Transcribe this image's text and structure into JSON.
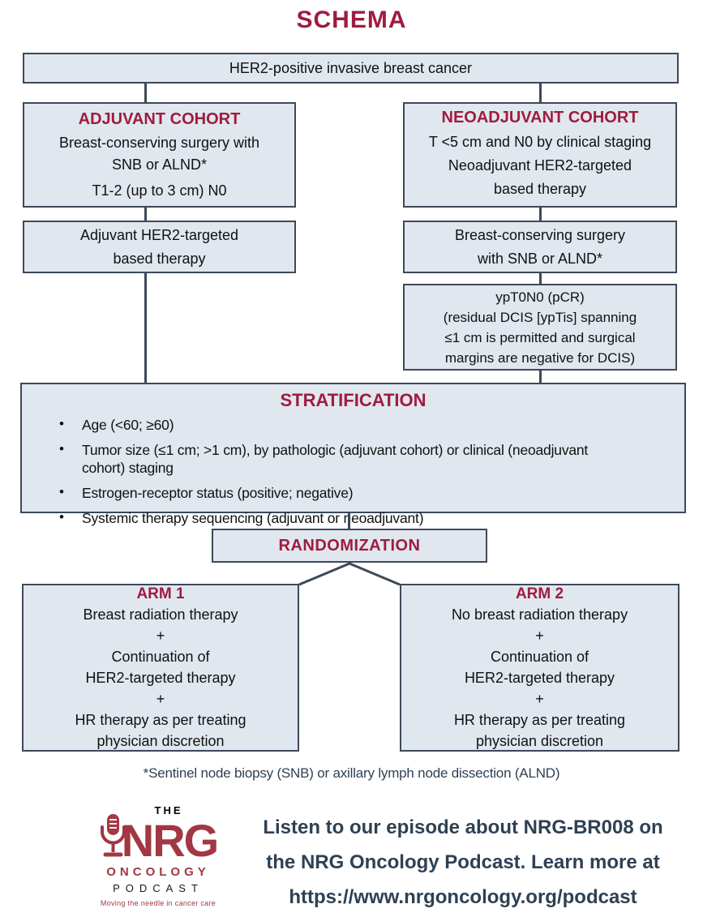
{
  "page_title": "SCHEMA",
  "colors": {
    "accent_red": "#9E1C3F",
    "logo_red": "#A13843",
    "box_fill": "#E1E7EF",
    "box_border": "#3D4959",
    "connector": "#3D4959",
    "dark_slate_text": "#2E4154",
    "body_text": "#111111"
  },
  "top_box": {
    "text": "HER2-positive invasive breast cancer"
  },
  "adjuvant_cohort": {
    "title": "ADJUVANT COHORT",
    "surgery_lines": [
      "Breast-conserving surgery with",
      "SNB or ALND*"
    ],
    "stage": "T1-2 (up to 3 cm) N0"
  },
  "adjuvant_therapy": {
    "lines": [
      "Adjuvant HER2-targeted",
      "based therapy"
    ]
  },
  "neoadjuvant_cohort": {
    "title": "NEOADJUVANT COHORT",
    "lines": [
      "T <5 cm and N0 by clinical staging",
      "Neoadjuvant HER2-targeted",
      "based therapy"
    ]
  },
  "neoadjuvant_surgery": {
    "lines": [
      "Breast-conserving surgery",
      "with SNB or ALND*"
    ]
  },
  "pcr_box": {
    "lines": [
      "ypT0N0 (pCR)",
      "(residual DCIS [ypTis] spanning",
      "≤1 cm is permitted and surgical",
      "margins are negative for DCIS)"
    ]
  },
  "stratification": {
    "title": "STRATIFICATION",
    "bullet_glyph": "•",
    "bullets": [
      {
        "lines": [
          "Age (<60; ≥60)",
          ""
        ]
      },
      {
        "lines": [
          "Tumor size (≤1 cm; >1 cm), by pathologic (adjuvant cohort) or clinical (neoadjuvant",
          "cohort) staging"
        ]
      },
      {
        "lines": [
          "Estrogen-receptor status (positive; negative)",
          ""
        ]
      },
      {
        "lines": [
          "Systemic therapy sequencing (adjuvant or neoadjuvant)",
          ""
        ]
      }
    ]
  },
  "randomization": {
    "title": "RANDOMIZATION"
  },
  "arm1": {
    "title": "ARM 1",
    "lines": [
      "Breast radiation therapy",
      "+",
      "Continuation of",
      "HER2-targeted therapy",
      "+",
      "HR therapy as per treating",
      "physician discretion"
    ]
  },
  "arm2": {
    "title": "ARM 2",
    "lines": [
      "No breast radiation therapy",
      "+",
      "Continuation of",
      "HER2-targeted therapy",
      "+",
      "HR therapy as per treating",
      "physician discretion"
    ]
  },
  "footnote": "*Sentinel node biopsy (SNB) or axillary lymph node dissection (ALND)",
  "podcast": {
    "logo": {
      "the": "THE",
      "nrg": "NRG",
      "oncology": "ONCOLOGY",
      "podcast_word": "PODCAST",
      "tagline": "Moving the needle in cancer care",
      "mic_icon": "microphone-icon"
    },
    "lines": [
      "Listen to our episode about NRG-BR008 on",
      "the NRG Oncology Podcast. Learn more at",
      "https://www.nrgoncology.org/podcast"
    ]
  }
}
